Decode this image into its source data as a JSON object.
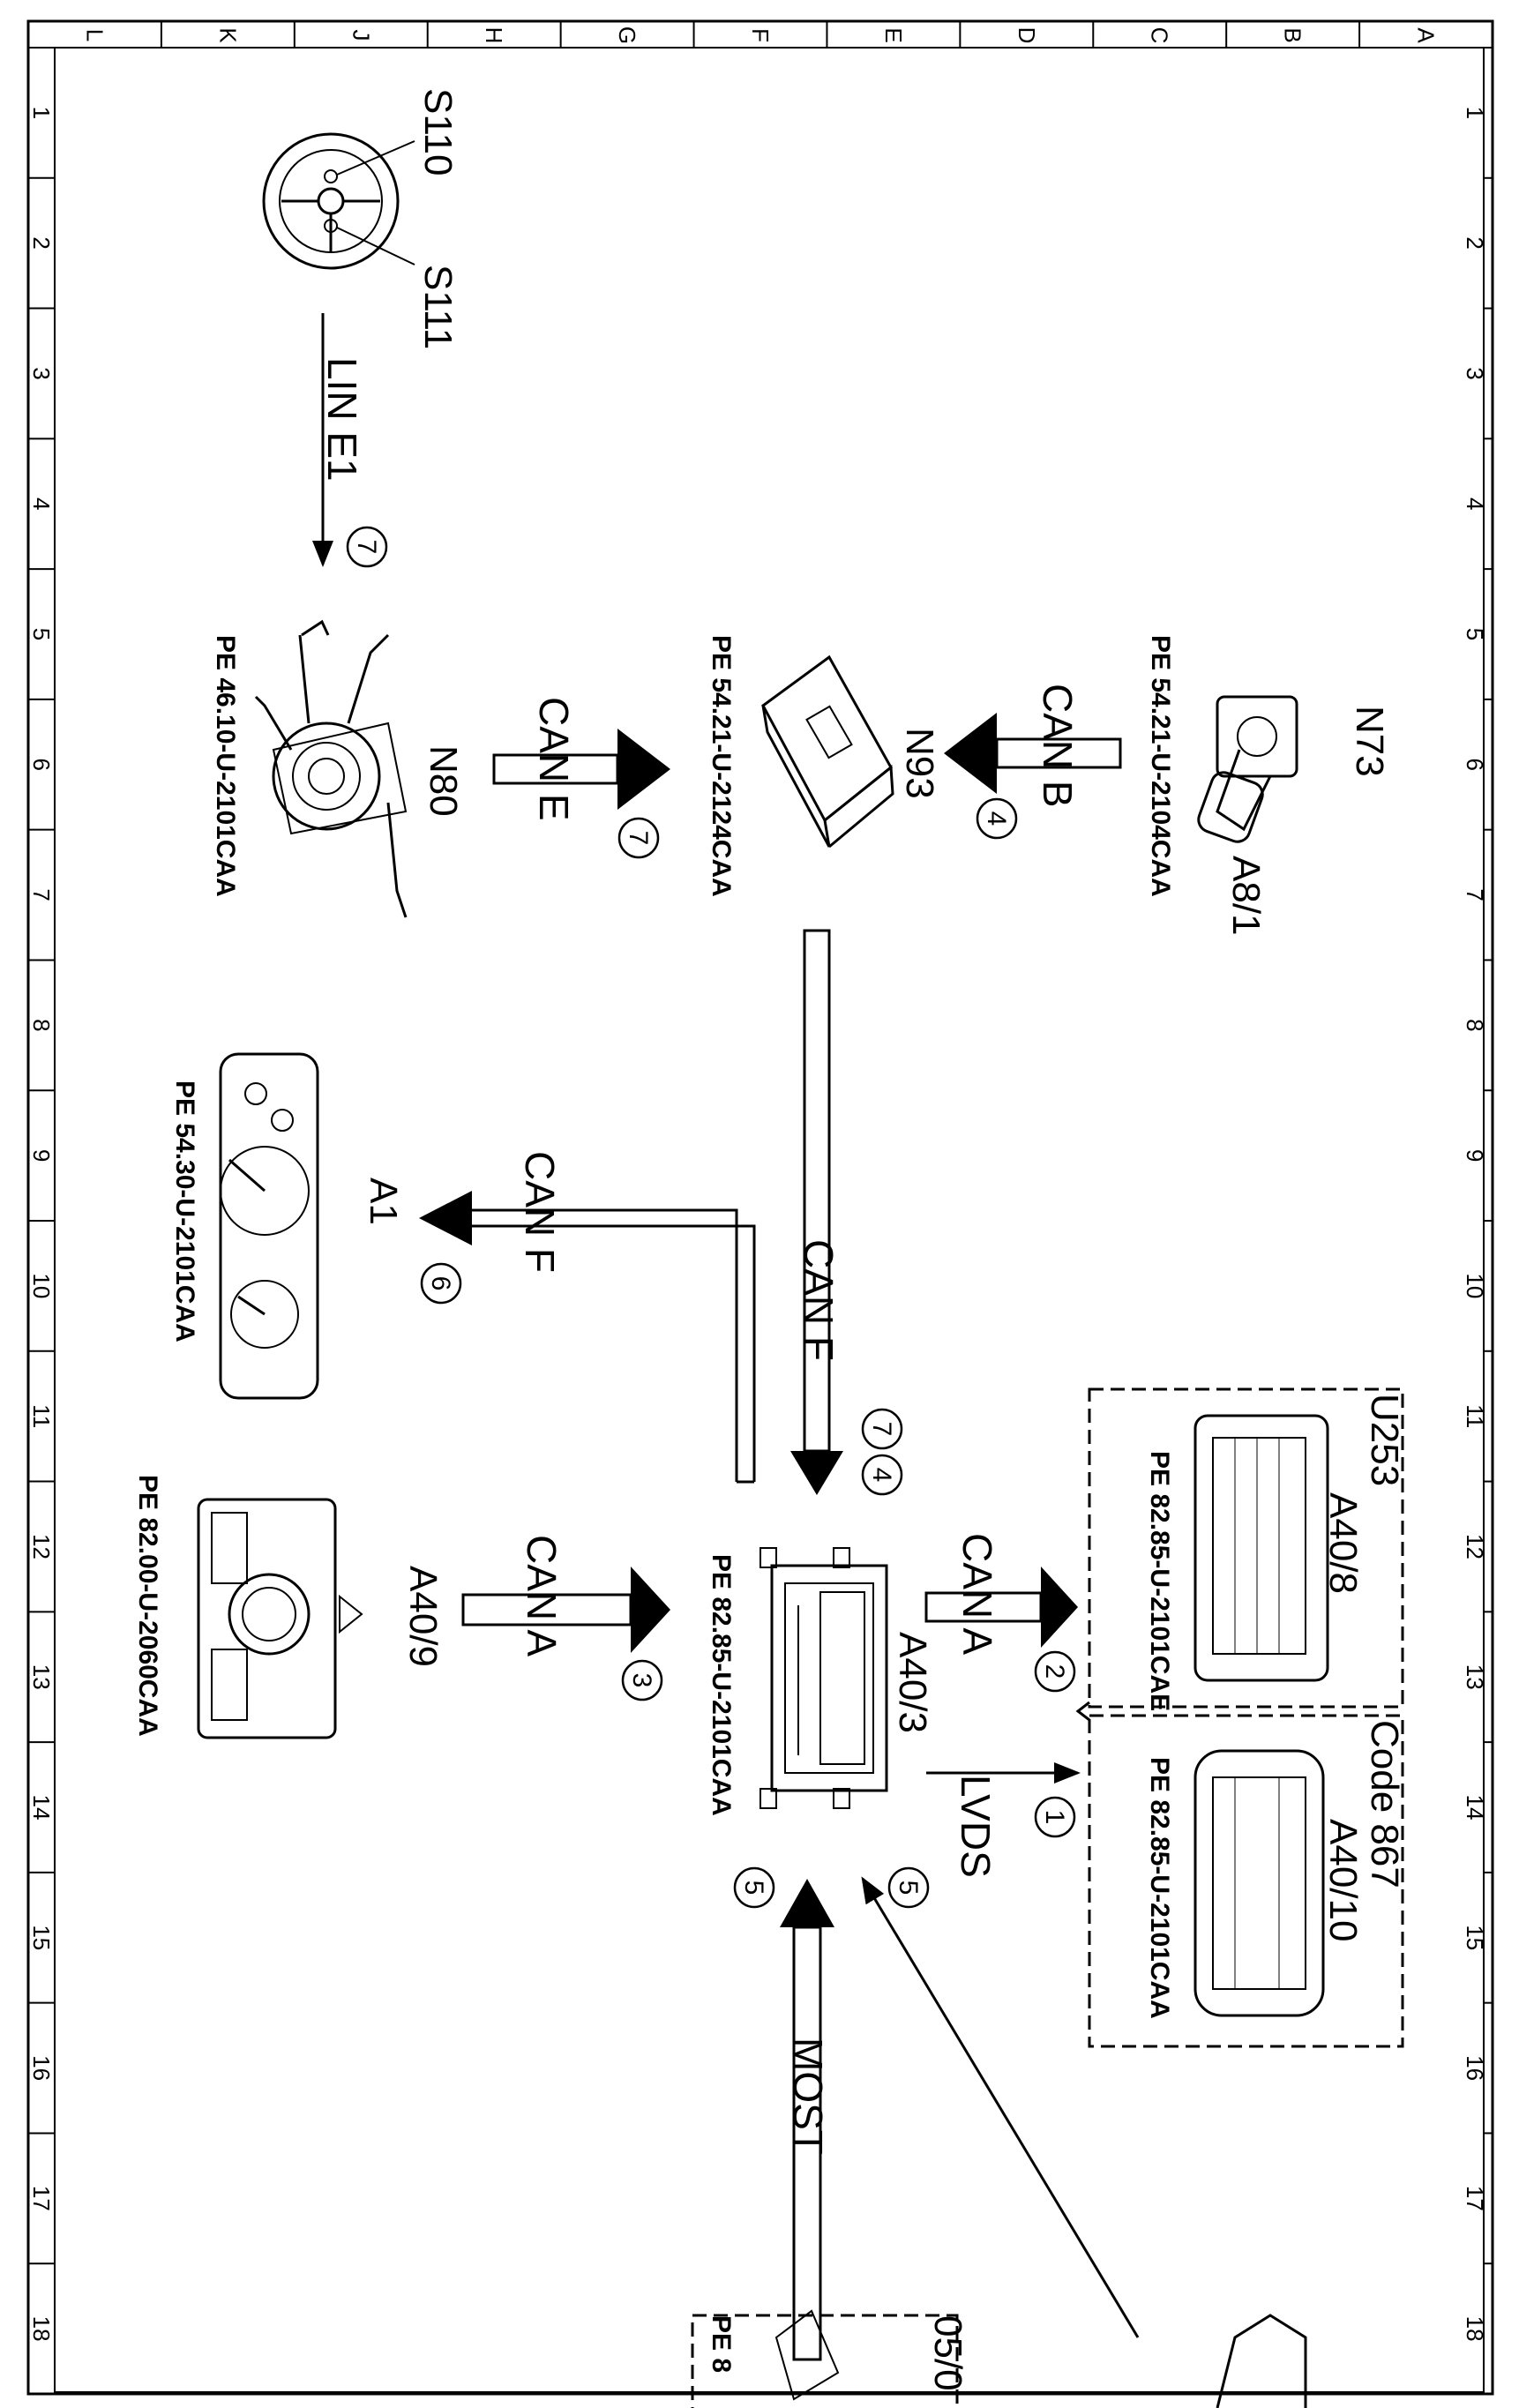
{
  "border": {
    "columns": [
      "L",
      "K",
      "J",
      "H",
      "G",
      "F",
      "E",
      "D",
      "C",
      "B",
      "A"
    ],
    "rows": [
      "1",
      "2",
      "3",
      "4",
      "5",
      "6",
      "7",
      "8",
      "9",
      "10",
      "11",
      "12",
      "13",
      "14",
      "15",
      "16",
      "17",
      "18"
    ]
  },
  "components": {
    "s110": "S110",
    "s111": "S111",
    "n80": "N80",
    "n93": "N93",
    "n73": "N73",
    "a8_1": "A8/1",
    "a1": "A1",
    "a40_9": "A40/9",
    "a40_3": "A40/3",
    "a40_8": "A40/8",
    "a40_10": "A40/10",
    "u253": "U253",
    "code867": "Code 867"
  },
  "references": {
    "n80": "PE 46.10-U-2101CAA",
    "n93": "PE 54.21-U-2124CAA",
    "n73": "PE 54.21-U-2104CAA",
    "a1": "PE 54.30-U-2101CAA",
    "a40_9": "PE 82.00-U-2060CAA",
    "a40_3": "PE 82.85-U-2101CAA",
    "a40_8": "PE 82.85-U-2101CAE",
    "a40_10": "PE 82.85-U-2101CAA",
    "bottom_partial": "PE 8",
    "bottom_arrow": "05/0"
  },
  "buses": {
    "lin_e1": "LIN E1",
    "can_e": "CAN E",
    "can_b": "CAN B",
    "can_f_v": "CAN F",
    "can_f_h": "CAN F",
    "can_a_left": "CAN A",
    "can_a_right": "CAN A",
    "lvds": "LVDS",
    "most": "MOST"
  },
  "markers": {
    "m7_lin": "7",
    "m7_cane": "7",
    "m4_canb": "4",
    "m6_canf": "6",
    "m7_canf": "7",
    "m4_canf": "4",
    "m3_cana": "3",
    "m2_cana": "2",
    "m1_lvds": "1",
    "m5_left": "5",
    "m5_right": "5"
  },
  "colors": {
    "ink": "#000000",
    "paper": "#ffffff",
    "bus_fill": "#ffffff"
  }
}
